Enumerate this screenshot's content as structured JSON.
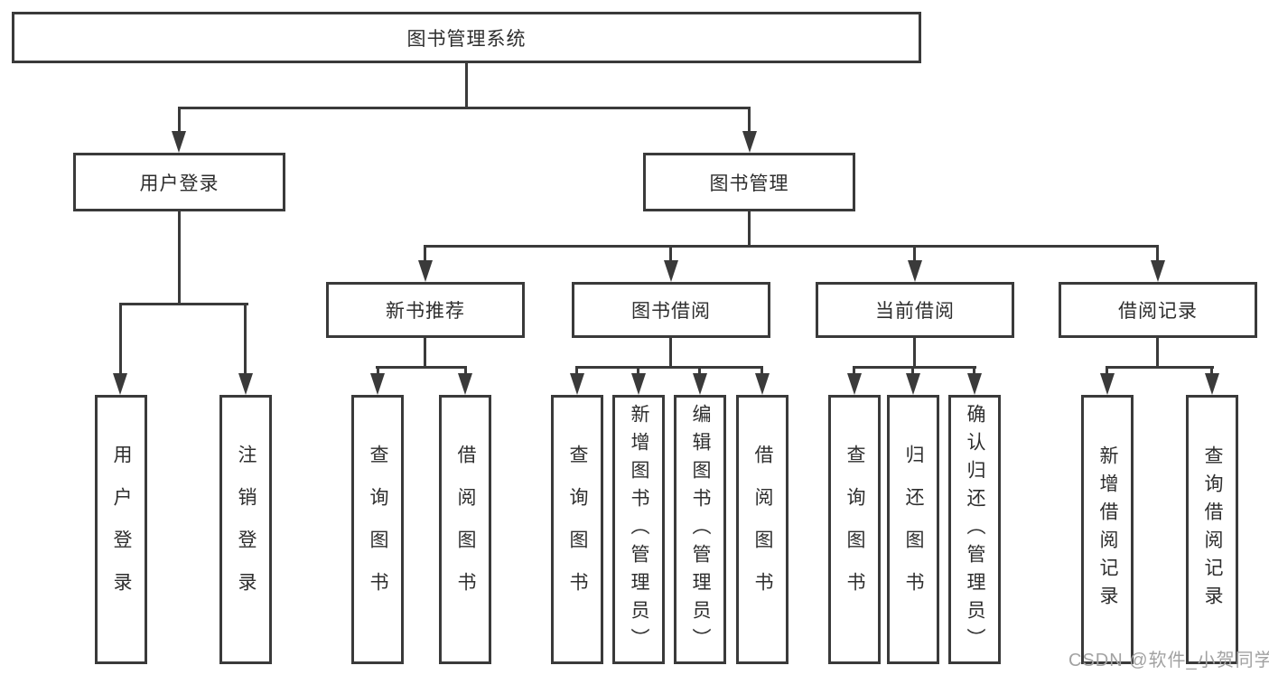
{
  "diagram": {
    "root": "图书管理系统",
    "level2": {
      "user_login": "用户登录",
      "book_mgmt": "图书管理"
    },
    "level3": {
      "new_books": "新书推荐",
      "book_borrow": "图书借阅",
      "current_borrow": "当前借阅",
      "borrow_records": "借阅记录"
    },
    "leaves": {
      "user_login": [
        "用户登录",
        "注销登录"
      ],
      "new_books": [
        "查询图书",
        "借阅图书"
      ],
      "book_borrow": [
        "查询图书",
        "新增图书（管理员）",
        "编辑图书（管理员）",
        "借阅图书"
      ],
      "current_borrow": [
        "查询图书",
        "归还图书",
        "确认归还（管理员）"
      ],
      "borrow_records": [
        "新增借阅记录",
        "查询借阅记录"
      ]
    }
  },
  "watermark": "CSDN @软件_小贺同学",
  "colors": {
    "line": "#3a3a3a",
    "text": "#2e2e2e",
    "watermark": "#a2a2a2",
    "background": "#ffffff"
  }
}
